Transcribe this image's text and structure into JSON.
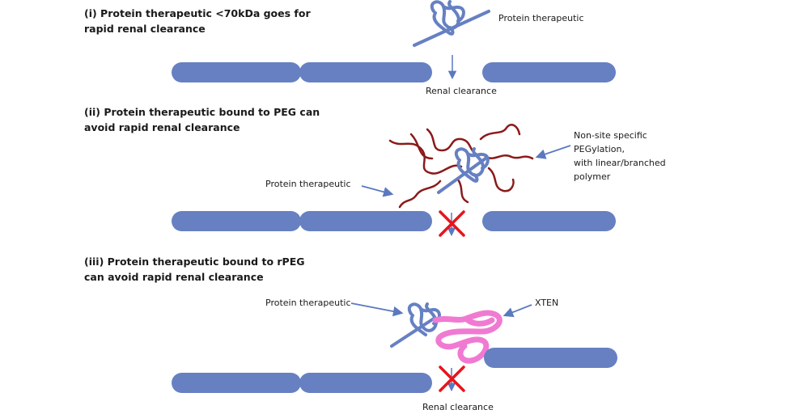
{
  "panels": [
    {
      "heading_lines": [
        "(i) Protein therapeutic <70kDa goes for",
        "rapid renal clearance"
      ],
      "labels": {
        "protein": "Protein therapeutic",
        "renal": "Renal clearance"
      }
    },
    {
      "heading_lines": [
        "(ii) Protein therapeutic bound to PEG can",
        "avoid rapid renal clearance"
      ],
      "labels": {
        "protein": "Protein therapeutic",
        "peg_lines": [
          "Non-site specific",
          "PEGylation,",
          "with linear/branched",
          "polymer"
        ]
      }
    },
    {
      "heading_lines": [
        "(iii) Protein therapeutic bound to rPEG",
        "can avoid rapid renal clearance"
      ],
      "labels": {
        "protein": "Protein therapeutic",
        "xten": "XTEN",
        "renal": "Renal clearance"
      }
    }
  ],
  "colors": {
    "membrane": "#6680c2",
    "protein": "#6680c2",
    "arrow": "#5b79bf",
    "peg": "#8b1a1a",
    "xten": "#f07ad2",
    "cross": "#e8141b"
  }
}
